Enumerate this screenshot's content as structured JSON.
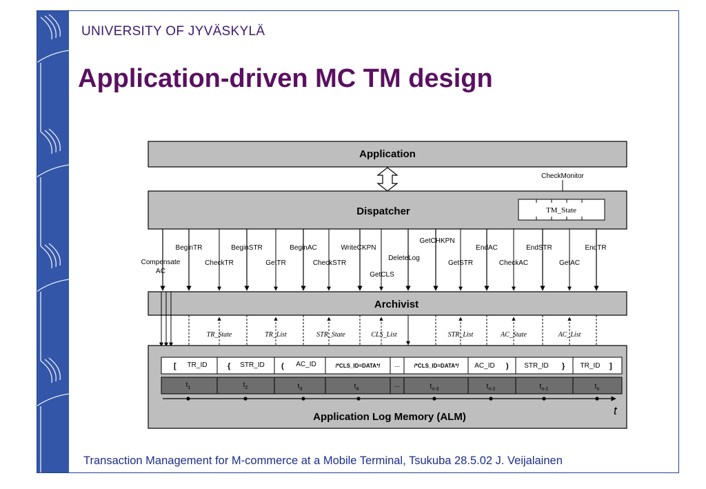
{
  "header": {
    "university": "UNIVERSITY OF JYVÄSKYLÄ",
    "title": "Application-driven MC TM design"
  },
  "footer": {
    "text": "Transaction Management for M-commerce at  a Mobile Terminal, Tsukuba 28.5.02 J. Veijalainen"
  },
  "diagram": {
    "application": "Application",
    "dispatcher": "Dispatcher",
    "archivist": "Archivist",
    "alm": "Application Log Memory (ALM)",
    "check_monitor": "CheckMonitor",
    "tm_state": "TM_State",
    "down_calls": [
      {
        "label": "Compensate",
        "label2": "AC"
      },
      {
        "label": "BeginTR"
      },
      {
        "label": "BeginSTR"
      },
      {
        "label": "BeginAC"
      },
      {
        "label": "WriteCKPN"
      },
      {
        "label": "DeleteLog"
      },
      {
        "label": "GetCHKPN"
      },
      {
        "label": "EndAC"
      },
      {
        "label": "EndSTR"
      },
      {
        "label": "EndTR"
      }
    ],
    "query_calls": [
      {
        "label": "CheckTR"
      },
      {
        "label": "GetTR"
      },
      {
        "label": "CheckSTR"
      },
      {
        "label": "GetCLS"
      },
      {
        "label": "GetSTR"
      },
      {
        "label": "CheckAC"
      },
      {
        "label": "GetAC"
      }
    ],
    "returns": [
      {
        "label": "TR_State"
      },
      {
        "label": "TR_List"
      },
      {
        "label": "STR_State"
      },
      {
        "label": "CLS_List"
      },
      {
        "label": "STR_List"
      },
      {
        "label": "AC_State"
      },
      {
        "label": "AC_List"
      }
    ],
    "log_cells": [
      {
        "bracket": "[",
        "label": "TR_ID"
      },
      {
        "bracket": "{",
        "label": "STR_ID"
      },
      {
        "bracket": "(",
        "label": "AC_ID"
      },
      {
        "label": "/*CLS_ID=DATA*/"
      },
      {
        "label": "..."
      },
      {
        "label": "/*CLS_ID=DATA*/"
      },
      {
        "label": "AC_ID",
        "bracket_after": ")"
      },
      {
        "label": "STR_ID",
        "bracket_after": "}"
      },
      {
        "label": "TR_ID",
        "bracket_after": "]"
      }
    ],
    "time_cells": [
      {
        "base": "t",
        "sub": "1"
      },
      {
        "base": "t",
        "sub": "2"
      },
      {
        "base": "t",
        "sub": "3"
      },
      {
        "base": "t",
        "sub": "4"
      },
      {
        "base": "...",
        "sub": ""
      },
      {
        "base": "t",
        "sub": "n-3"
      },
      {
        "base": "t",
        "sub": "n-2"
      },
      {
        "base": "t",
        "sub": "n-1"
      },
      {
        "base": "t",
        "sub": "n"
      }
    ],
    "time_axis": "t"
  }
}
